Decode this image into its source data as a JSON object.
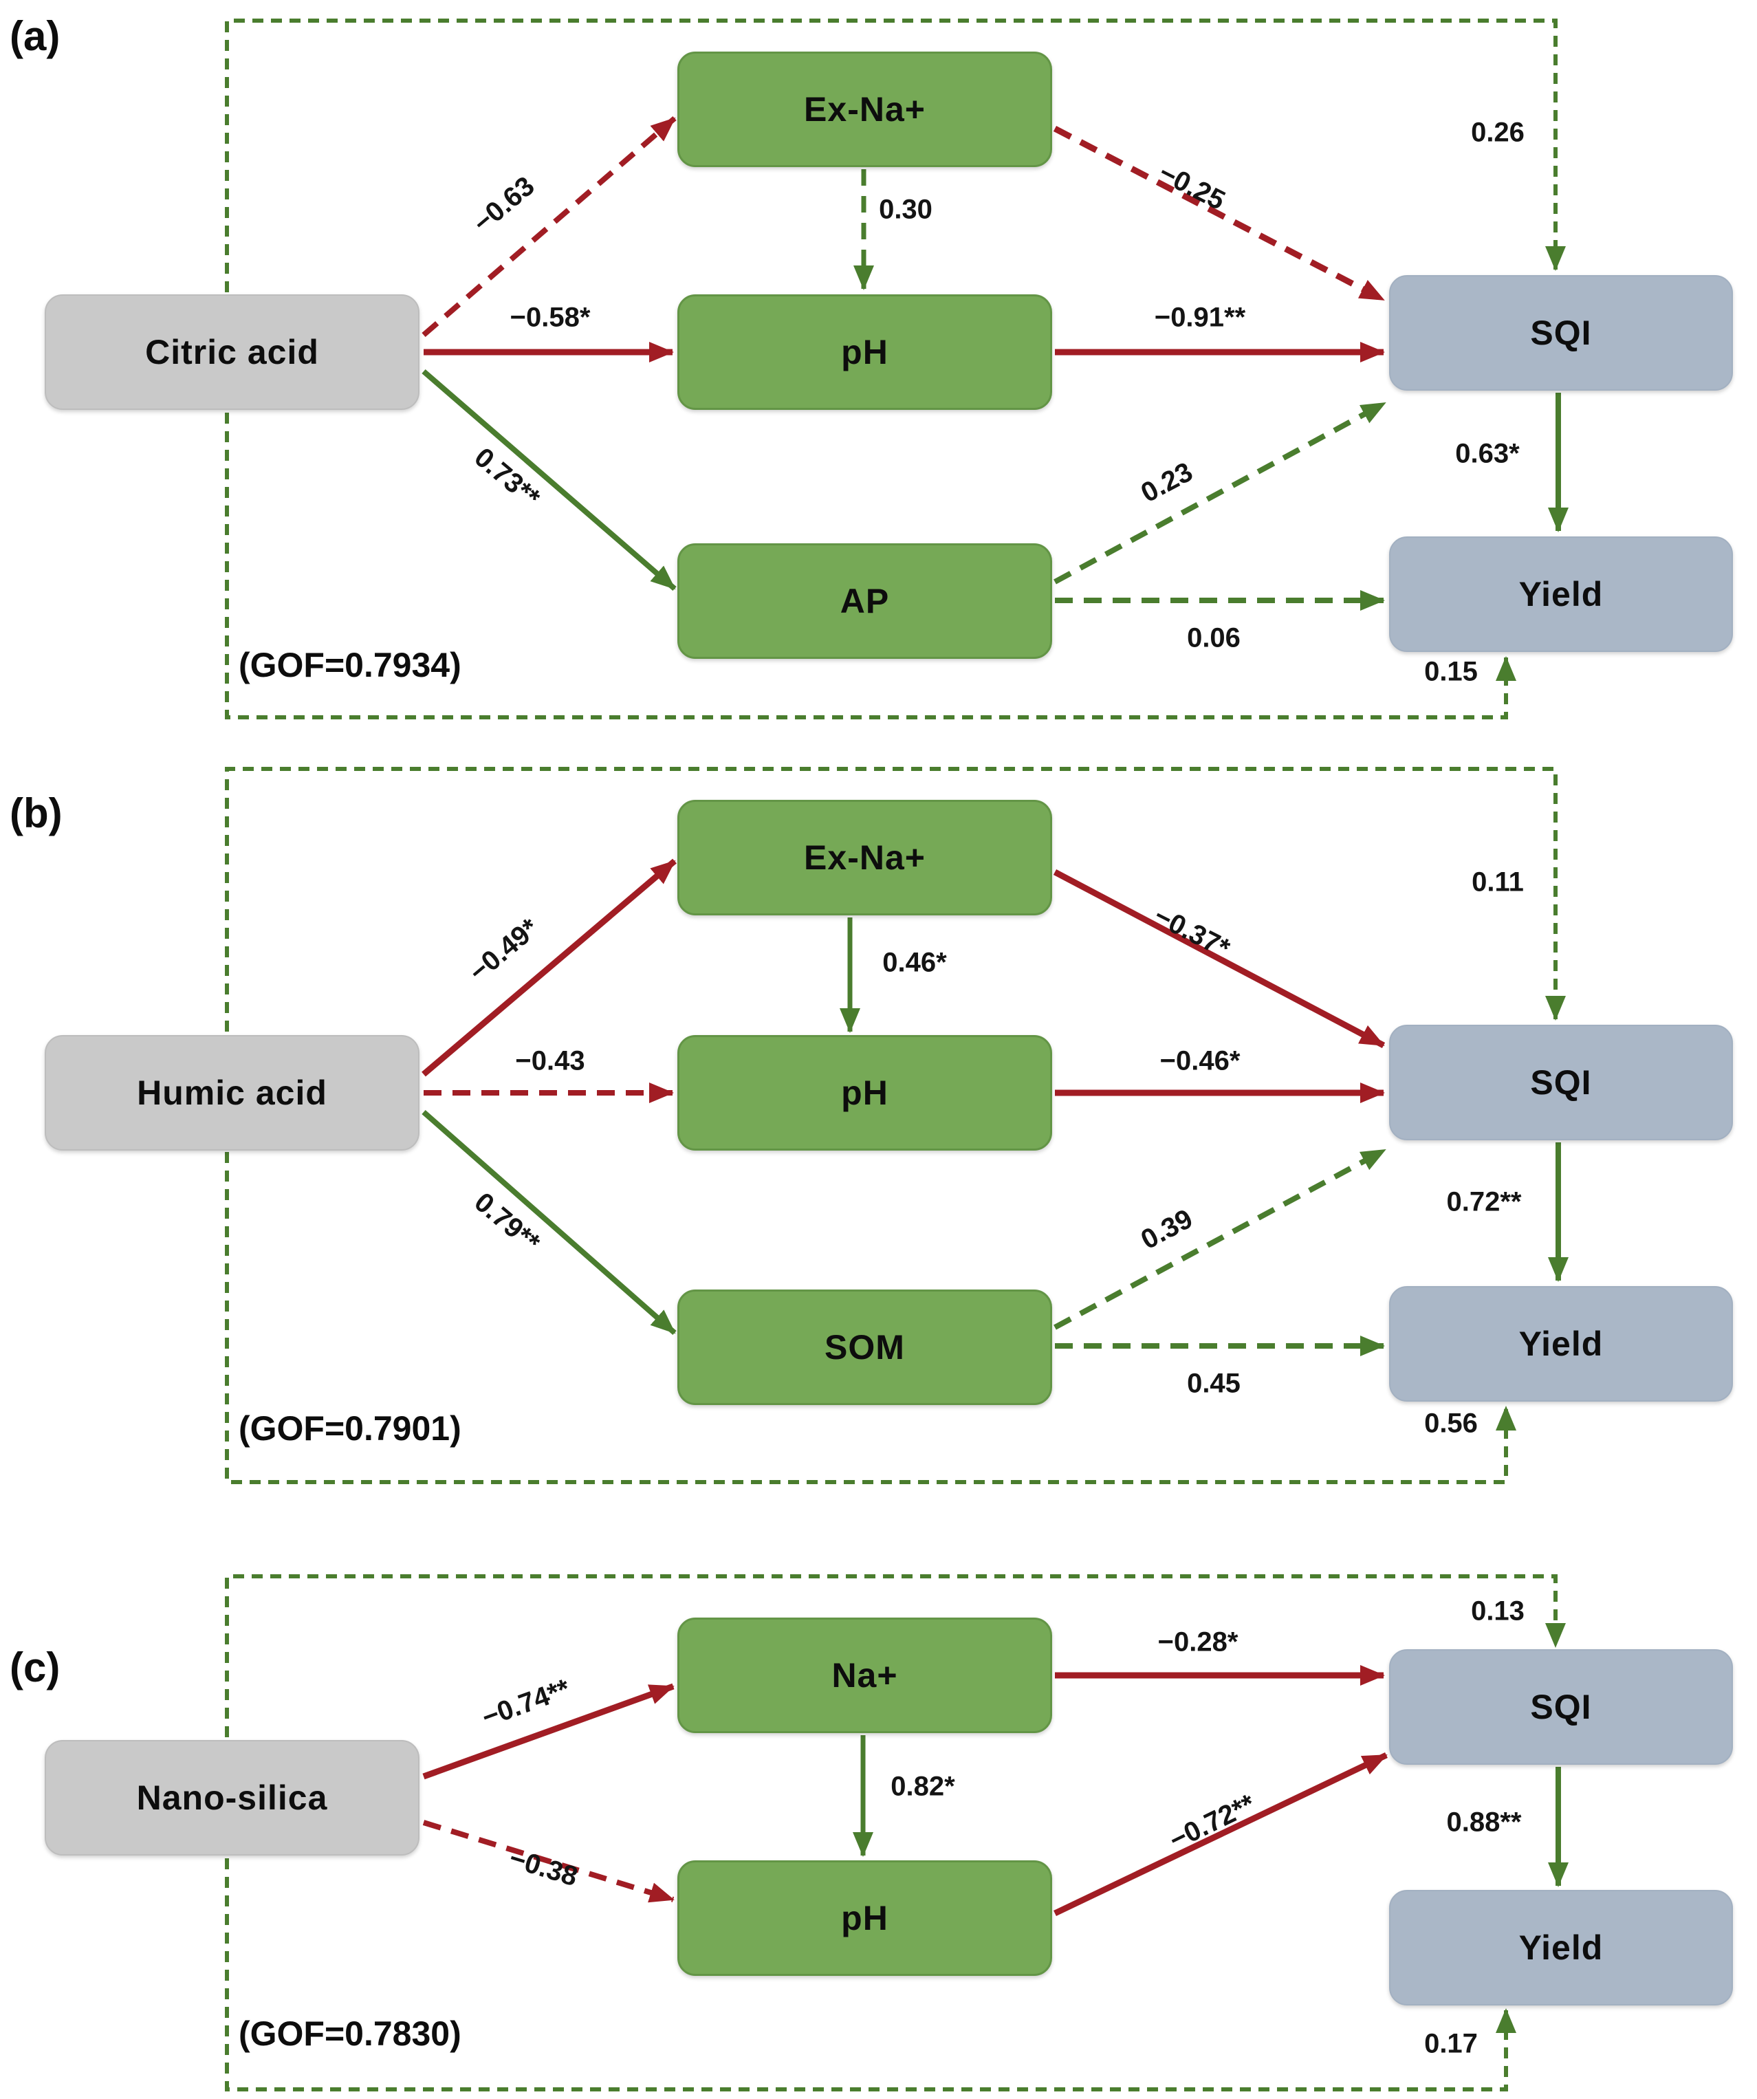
{
  "figure": {
    "description": "Path analysis models linking soil amendments to soil quality index (SQI) and yield",
    "colors": {
      "negative_path": "#a11d24",
      "positive_path": "#4a7d2e",
      "source_box": "#c9c9c9",
      "mediator_box": "#76a956",
      "outcome_box": "#aab7c7"
    },
    "panels": [
      {
        "label": "(a)",
        "gof": "(GOF=0.7934)",
        "nodes": {
          "source": "Citric acid",
          "m1": "Ex-Na+",
          "m2": "pH",
          "m3": "AP",
          "sqi": "SQI",
          "yld": "Yield"
        },
        "coef": {
          "source_m1": "−0.63",
          "source_m2": "−0.58*",
          "source_m3": "0.73**",
          "m1_m2": "0.30",
          "m1_sqi": "−0.25",
          "m2_sqi": "−0.91**",
          "m3_sqi": "0.23",
          "m3_yld": "0.06",
          "sqi_yld": "0.63*",
          "direct_sqi": "0.26",
          "direct_yld": "0.15"
        }
      },
      {
        "label": "(b)",
        "gof": "(GOF=0.7901)",
        "nodes": {
          "source": "Humic acid",
          "m1": "Ex-Na+",
          "m2": "pH",
          "m3": "SOM",
          "sqi": "SQI",
          "yld": "Yield"
        },
        "coef": {
          "source_m1": "−0.49*",
          "source_m2": "−0.43",
          "source_m3": "0.79**",
          "m1_m2": "0.46*",
          "m1_sqi": "−0.37*",
          "m2_sqi": "−0.46*",
          "m3_sqi": "0.39",
          "m3_yld": "0.45",
          "sqi_yld": "0.72**",
          "direct_sqi": "0.11",
          "direct_yld": "0.56"
        }
      },
      {
        "label": "(c)",
        "gof": "(GOF=0.7830)",
        "nodes": {
          "source": "Nano-silica",
          "m1": "Na+",
          "m2": "pH",
          "sqi": "SQI",
          "yld": "Yield"
        },
        "coef": {
          "source_m1": "−0.74**",
          "source_m2": "−0.38",
          "m1_m2": "0.82*",
          "m1_sqi": "−0.28*",
          "m2_sqi": "−0.72**",
          "sqi_yld": "0.88**",
          "direct_sqi": "0.13",
          "direct_yld": "0.17"
        }
      }
    ]
  }
}
